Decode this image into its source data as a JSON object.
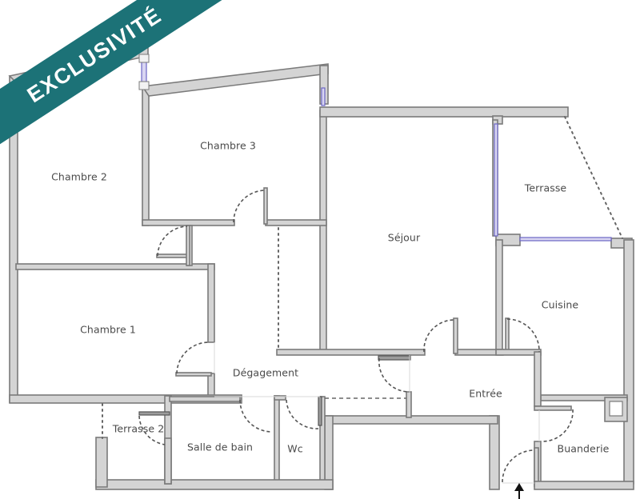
{
  "banner": {
    "label": "EXCLUSIVITÉ",
    "color": "#1c7277",
    "text_color": "#ffffff"
  },
  "plan": {
    "wall_fill": "#d4d4d4",
    "wall_stroke": "#7a7a7a",
    "window_color": "#6c66c4",
    "rooms": [
      {
        "id": "chambre-2",
        "label": "Chambre 2"
      },
      {
        "id": "chambre-3",
        "label": "Chambre 3"
      },
      {
        "id": "sejour",
        "label": "Séjour"
      },
      {
        "id": "terrasse",
        "label": "Terrasse"
      },
      {
        "id": "cuisine",
        "label": "Cuisine"
      },
      {
        "id": "chambre-1",
        "label": "Chambre 1"
      },
      {
        "id": "degagement",
        "label": "Dégagement"
      },
      {
        "id": "entree",
        "label": "Entrée"
      },
      {
        "id": "terrasse-2",
        "label": "Terrasse 2"
      },
      {
        "id": "salle-de-bain",
        "label": "Salle de bain"
      },
      {
        "id": "wc",
        "label": "Wc"
      },
      {
        "id": "buanderie",
        "label": "Buanderie"
      }
    ],
    "entry_marker": "entry-arrow"
  }
}
